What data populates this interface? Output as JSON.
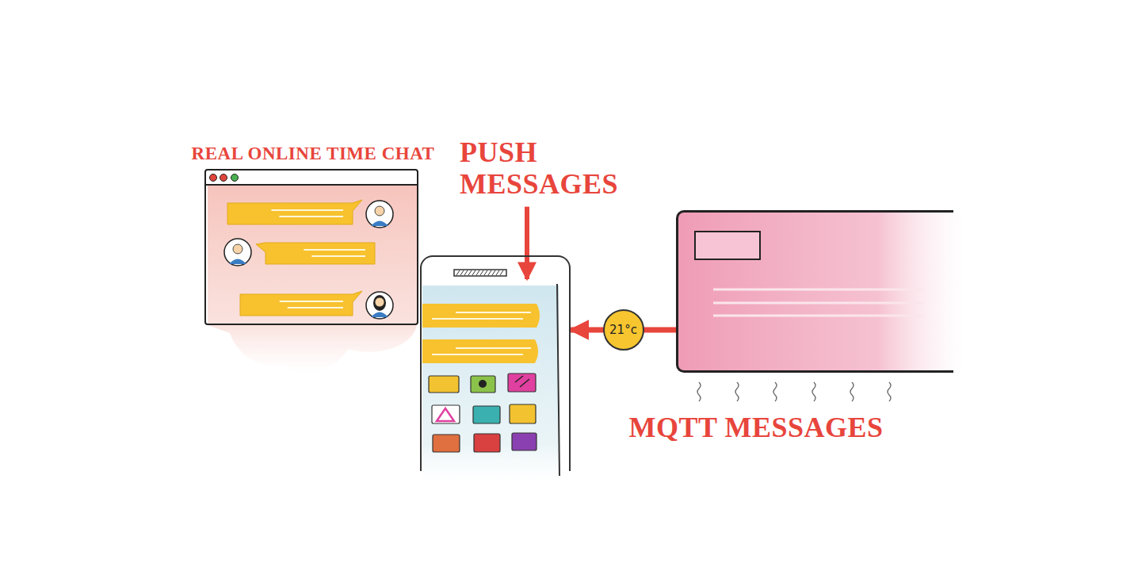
{
  "diagram": {
    "nodes": [
      {
        "text": [
          "REAL ONLINE TIME CHAT"
        ]
      },
      {
        "text": [
          "PUSH MESSAGES"
        ]
      },
      {
        "text": [
          "MQTT MESSAGES"
        ]
      }
    ],
    "edges": [
      {
        "from": 2,
        "to": 1,
        "arrow": "to",
        "label": "21°c"
      }
    ]
  }
}
